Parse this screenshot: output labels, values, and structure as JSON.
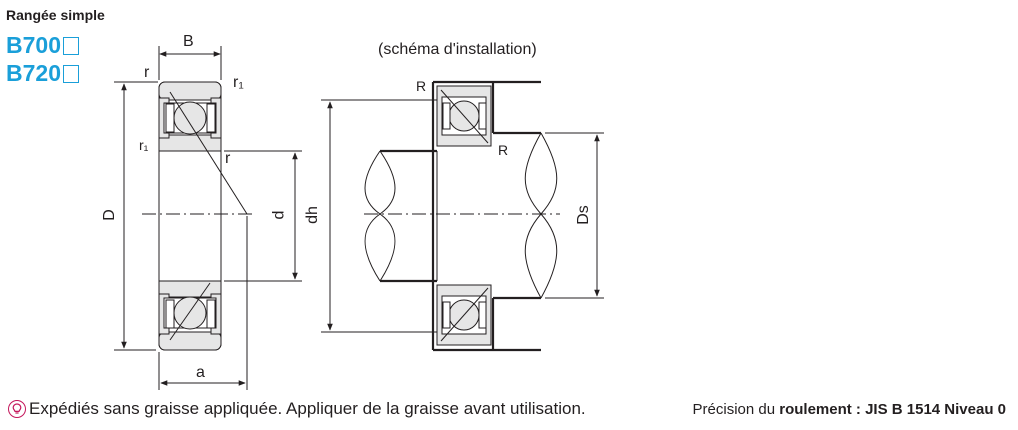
{
  "header": {
    "series_title": "Rangée simple",
    "part_numbers": [
      "B700",
      "B720"
    ]
  },
  "caption": "(schéma d'installation)",
  "dimension_labels": {
    "B": "B",
    "r_top": "r",
    "r1_top": "r₁",
    "r1_side": "r₁",
    "r_inner": "r",
    "D": "D",
    "d": "d",
    "a": "a",
    "R_top": "R",
    "R_inner": "R",
    "dh": "dh",
    "Ds": "Ds"
  },
  "footer": {
    "note": "Expédiés sans graisse appliquée. Appliquer de la graisse avant utilisation.",
    "precision_prefix": "Précision du ",
    "precision_value": "roulement : JIS B 1514 Niveau 0"
  },
  "colors": {
    "accent": "#1a9fd9",
    "note_icon": "#c4175b",
    "bearing_fill": "#e6e6e6",
    "line": "#231f20"
  }
}
